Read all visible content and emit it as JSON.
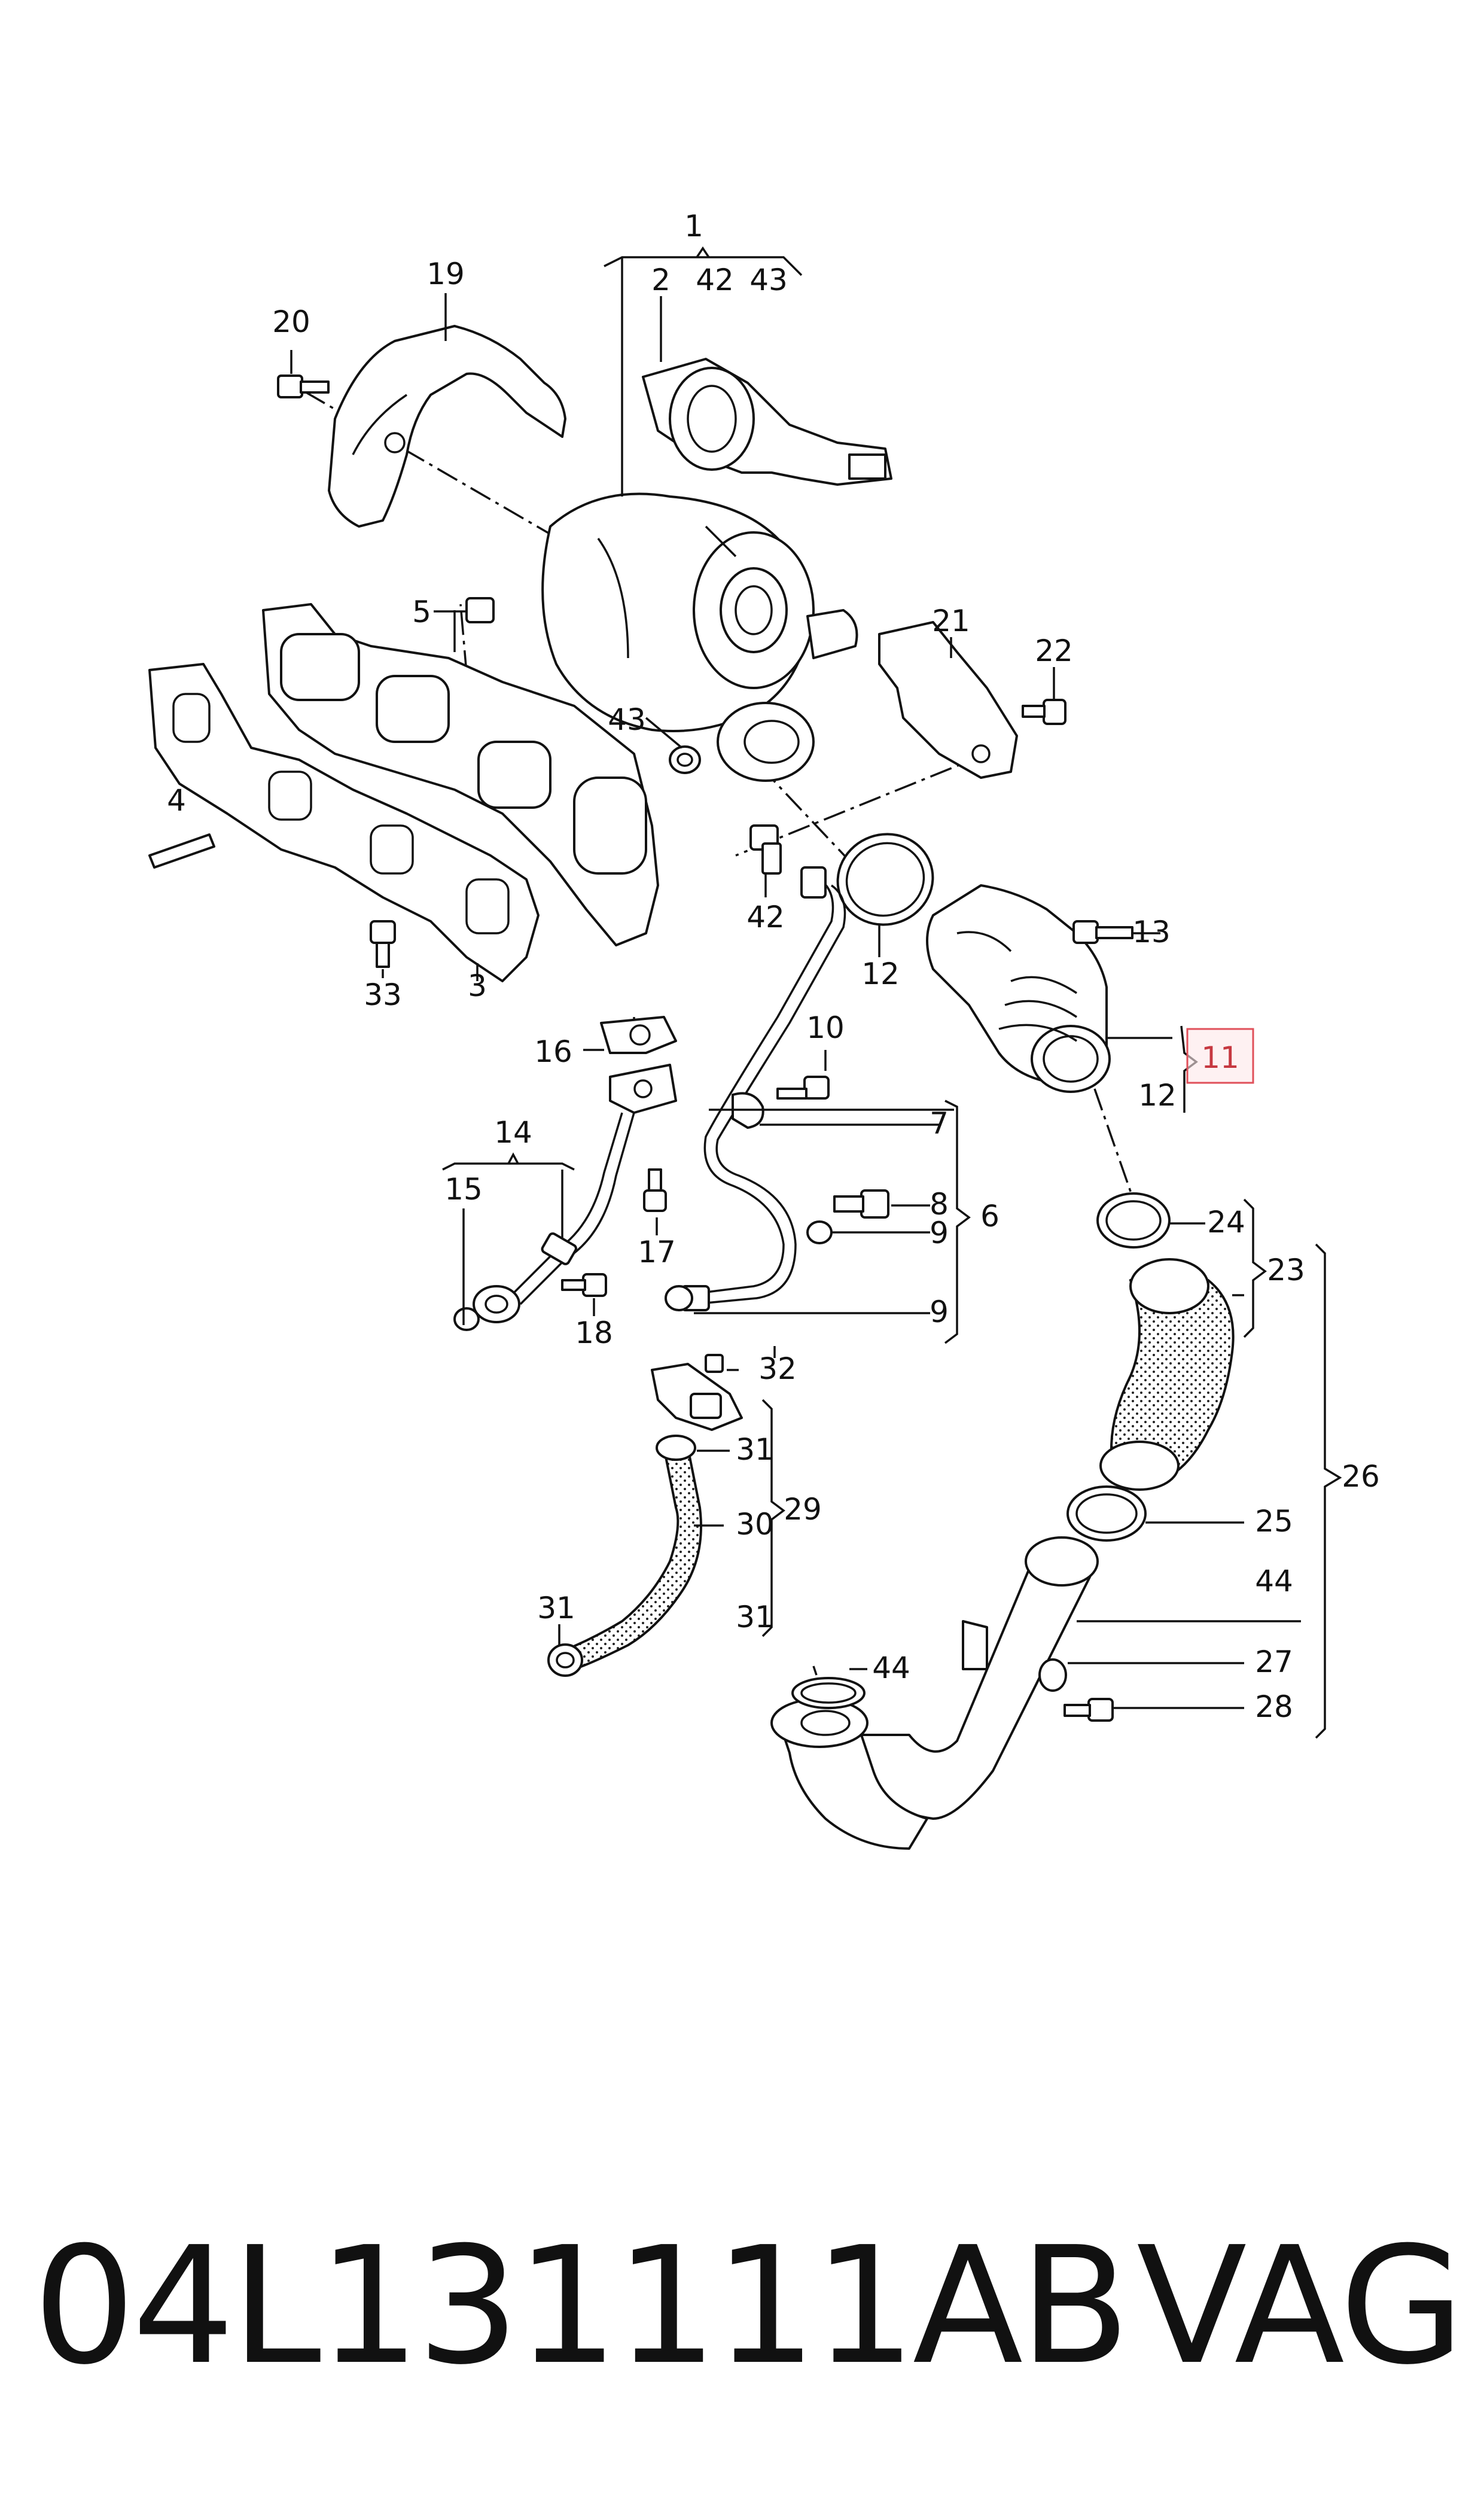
{
  "diagram": {
    "callouts": {
      "c1": "1",
      "c2": "2",
      "c42a": "42",
      "c43a": "43",
      "c19": "19",
      "c20": "20",
      "c5": "5",
      "c21": "21",
      "c22": "22",
      "c43b": "43",
      "c4": "4",
      "c42b": "42",
      "c12a": "12",
      "c13": "13",
      "c33": "33",
      "c3": "3",
      "c11": "11",
      "c12b": "12",
      "c16": "16",
      "c10": "10",
      "c7": "7",
      "c14": "14",
      "c15": "15",
      "c8": "8",
      "c6": "6",
      "c9a": "9",
      "c17": "17",
      "c24": "24",
      "c9b": "9",
      "c18": "18",
      "c23": "23",
      "c32": "32",
      "c31a": "31",
      "c26": "26",
      "c30": "30",
      "c29": "29",
      "c25": "25",
      "c44a": "44",
      "c31b": "31",
      "c31c": "31",
      "c44b": "44",
      "c27": "27",
      "c28": "28"
    },
    "highlighted_callout": "11",
    "highlight_color": "#e0505a"
  },
  "footer": {
    "part_number": "04L131111AB",
    "brand": "VAG"
  }
}
